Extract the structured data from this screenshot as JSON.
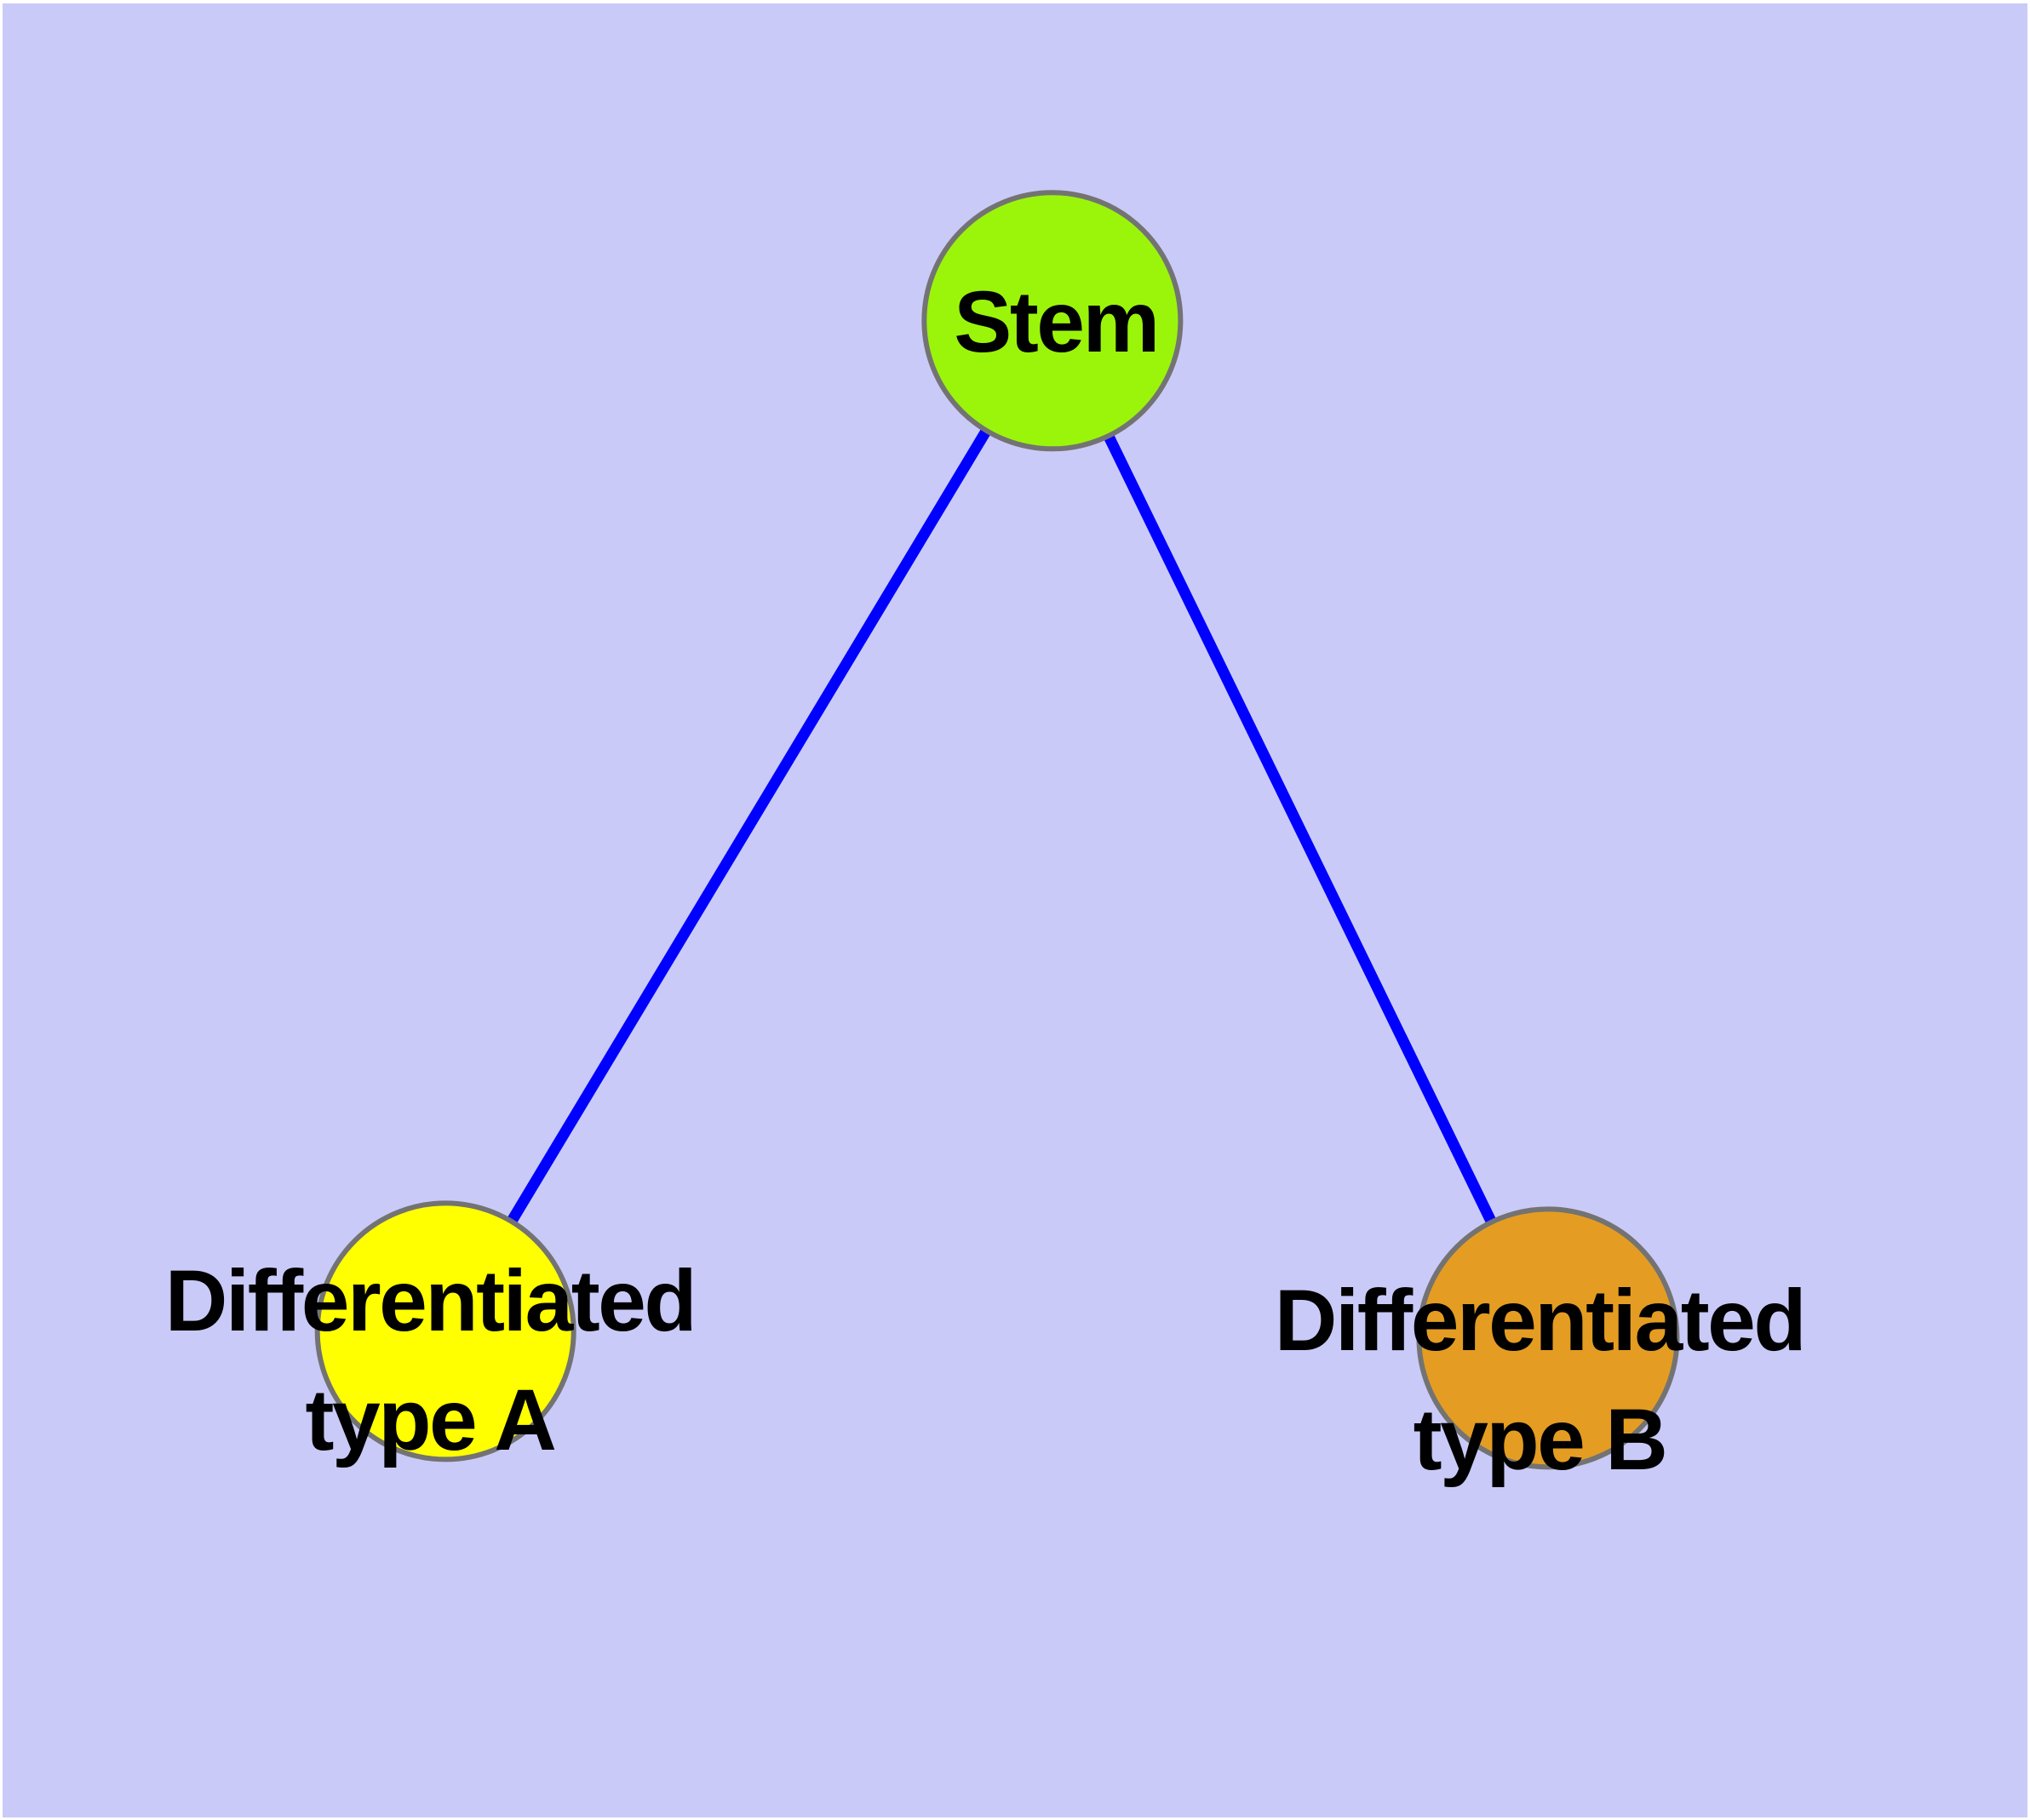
{
  "figure": {
    "kind": "node-link-diagram",
    "description_visible_text_only": true
  },
  "colors": {
    "page-margin": "#ffffff",
    "background": "#cacaf8",
    "edge": "#0000ff",
    "node-border": "#737373",
    "stem-fill": "#9bf50a",
    "type-a-fill": "#ffff00",
    "type-b-fill": "#e49d22",
    "label-text": "#000000"
  },
  "nodes": [
    {
      "id": "stem",
      "label": "Stem"
    },
    {
      "id": "type-a",
      "label_line1": "Differentiated",
      "label_line2": "type A"
    },
    {
      "id": "type-b",
      "label_line1": "Differentiated",
      "label_line2": "type B"
    }
  ],
  "edges": [
    {
      "from": "Stem",
      "to": "Differentiated type A"
    },
    {
      "from": "Stem",
      "to": "Differentiated type B"
    }
  ]
}
